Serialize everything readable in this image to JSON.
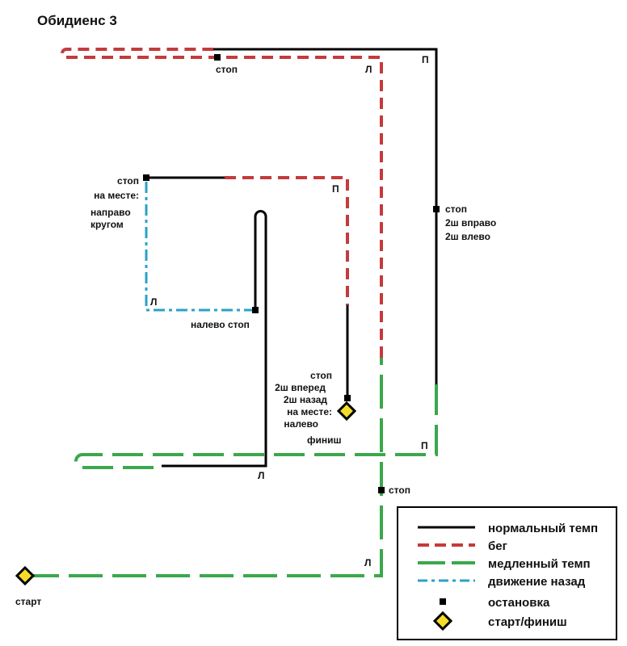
{
  "title": "Обидиенс 3",
  "colors": {
    "normal": "#000000",
    "run": "#c43b3b",
    "slow": "#3aa84c",
    "back": "#2aa2c8",
    "stop": "#000000",
    "diamond_fill": "#f4dc2a"
  },
  "labels": {
    "start": "старт",
    "finish": "финиш",
    "stop_top": "стоп",
    "stop_mid_l1": "стоп",
    "stop_mid_l2": "на месте:",
    "about_turn_l1": "направо",
    "about_turn_l2": "кругом",
    "left_stop": "налево стоп",
    "stop_right_l1": "стоп",
    "stop_right_l2": "2ш вправо",
    "stop_right_l3": "2ш влево",
    "stop_fin_l1": "стоп",
    "stop_fin_l2": "2ш вперед",
    "stop_fin_l3": "2ш назад",
    "stop_fin_l4": "на месте:",
    "stop_fin_l5": "налево",
    "stop_lower": "стоп"
  },
  "turns": {
    "top_corner_run": "Л",
    "top_corner_normal": "П",
    "mid_corner_run": "П",
    "blue_corner": "Л",
    "bottom_corner_normal": "Л",
    "right_corner_slow": "П",
    "bottom_left_slow": "Л"
  },
  "legend": {
    "normal": "нормальный темп",
    "run": "бег",
    "slow": "медленный темп",
    "back": "движение назад",
    "stop": "остановка",
    "startfinish": "старт/финиш"
  }
}
